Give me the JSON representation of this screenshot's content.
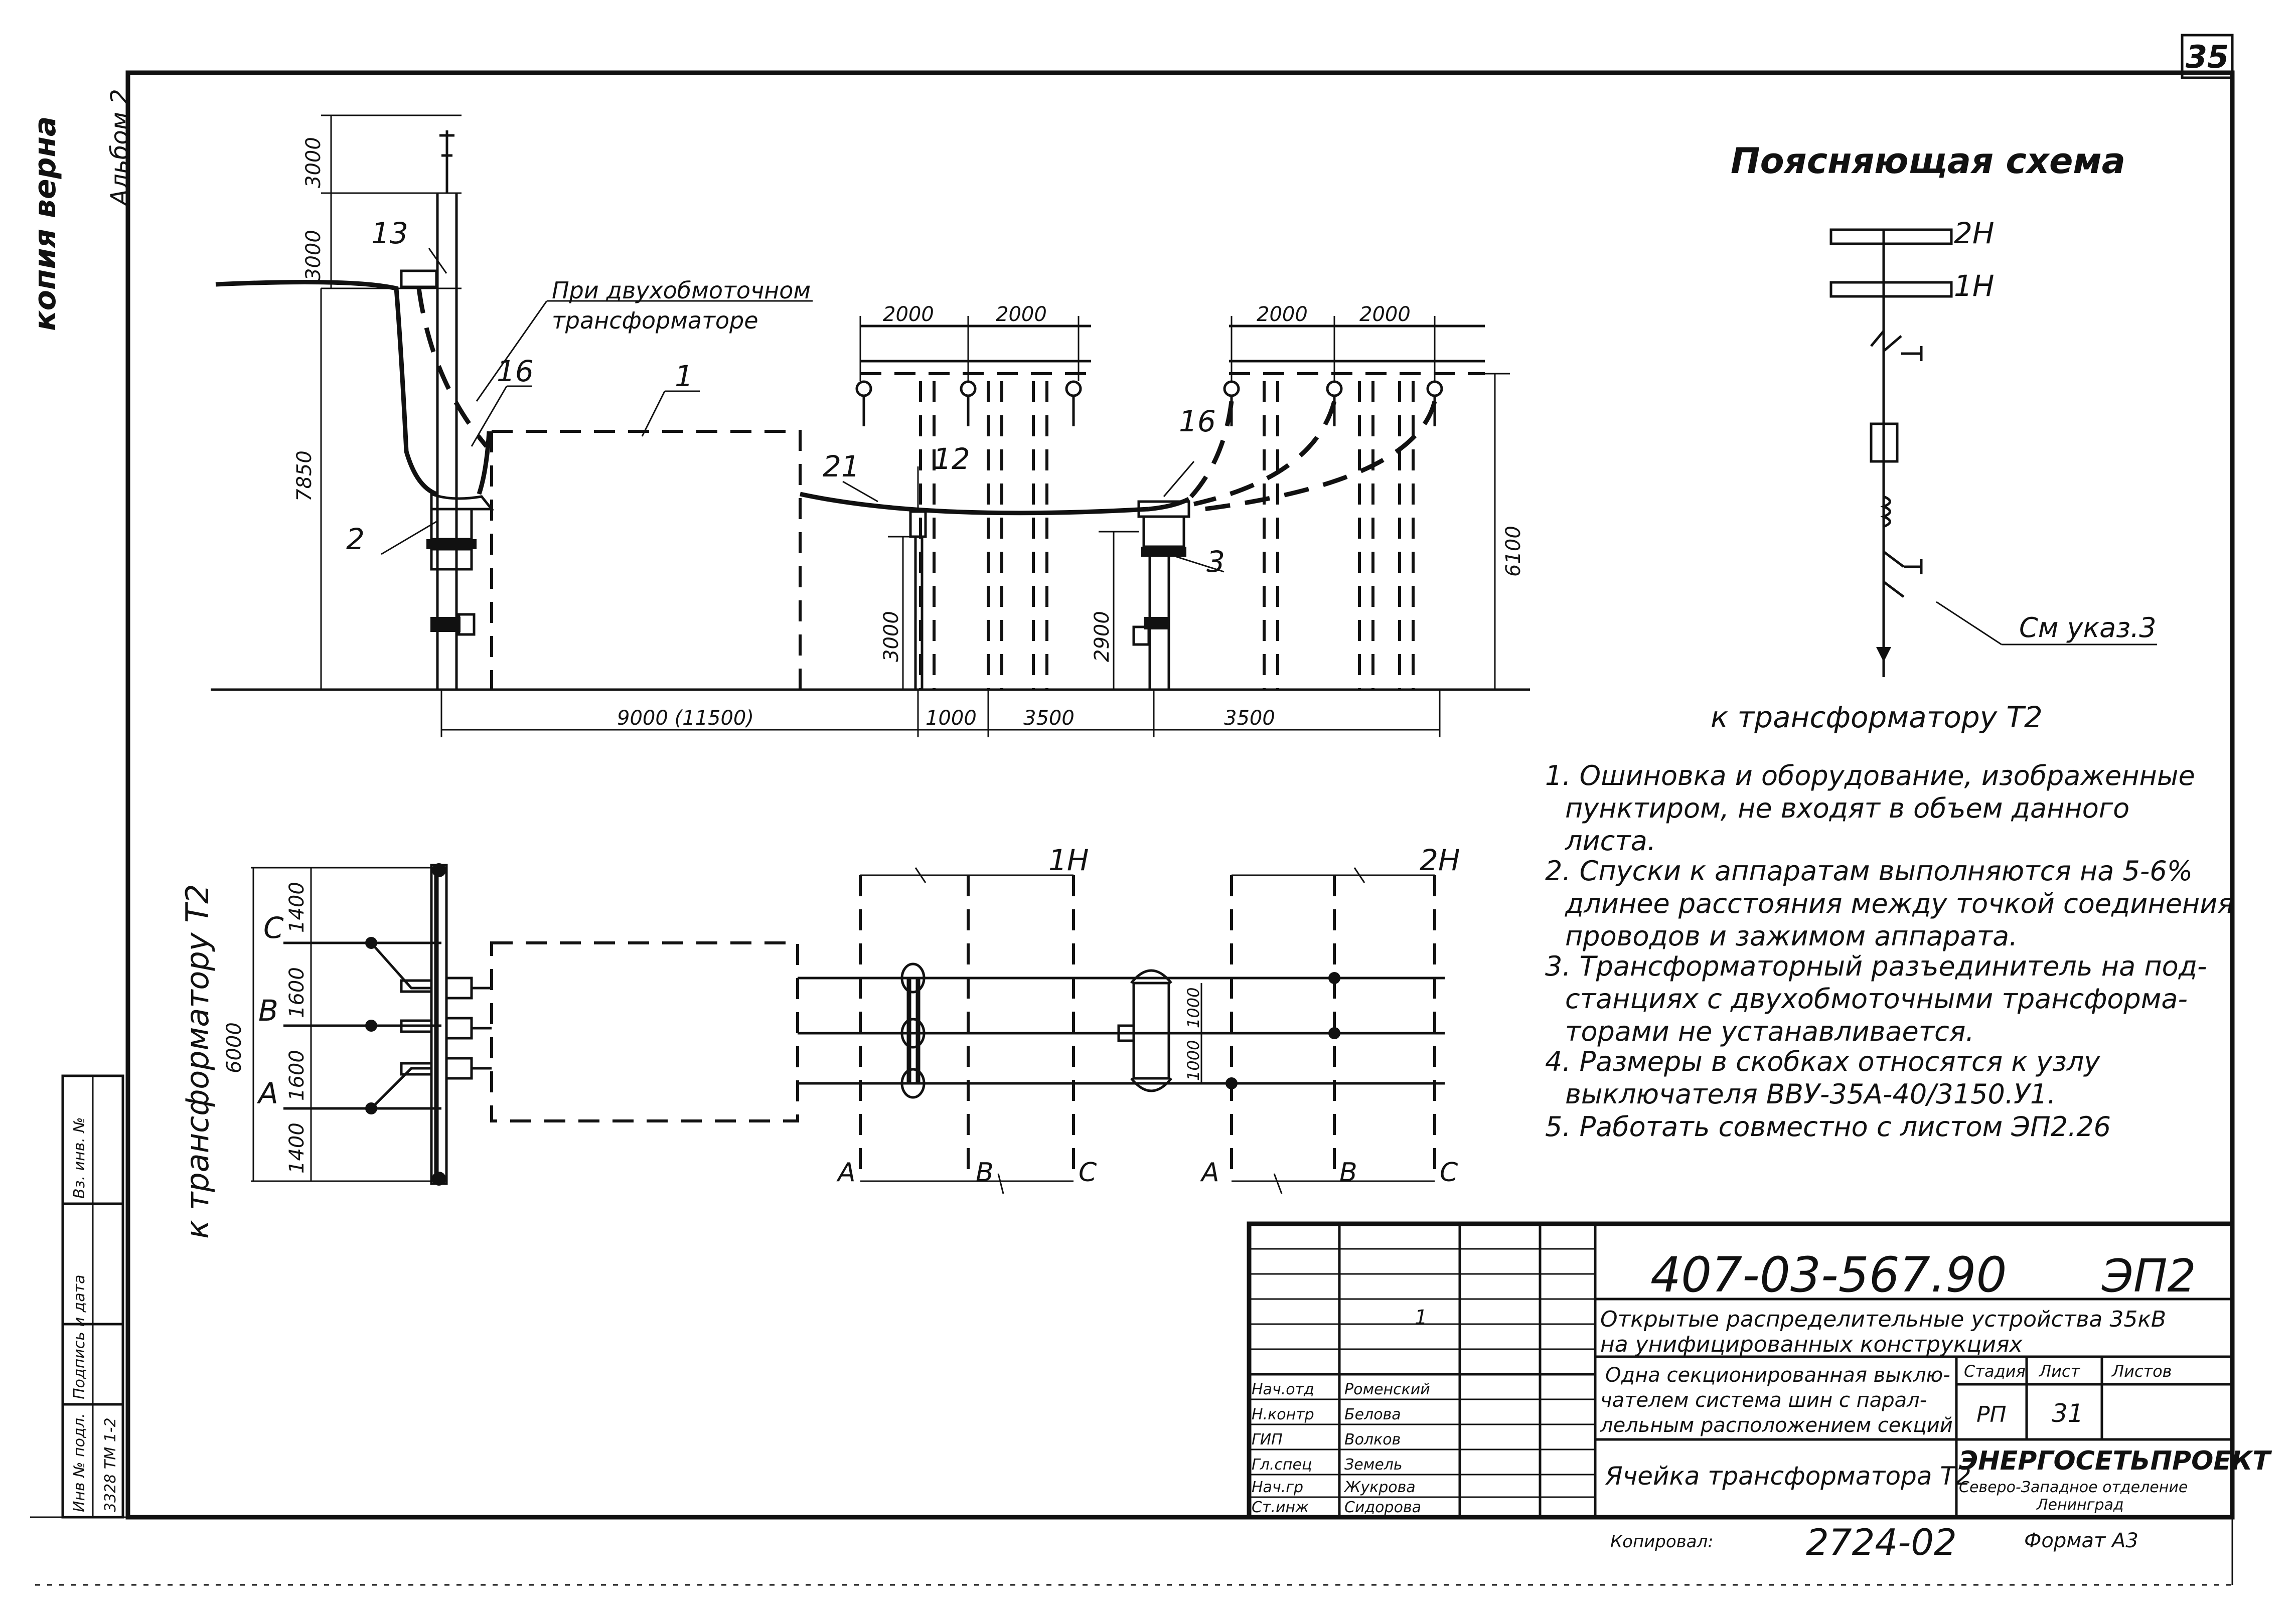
{
  "sheet": {
    "page_number": "35",
    "stamp_left": "копия верна",
    "album": "Альбом 2",
    "format": "Формат А3",
    "copied_by": "Копировал:",
    "inventory_number": "2724-02"
  },
  "side_columns": {
    "inv_original": "Инв № подл.",
    "sign_date": "Подпись и дата",
    "inv_replace": "Вз. инв. №",
    "inv_value": "3328 TM 1-2"
  },
  "elevation": {
    "dims": {
      "top_3000a": "3000",
      "top_3000b": "3000",
      "h7850": "7850",
      "h6100": "6100",
      "h3000": "3000",
      "h2900": "2900",
      "w2000a": "2000",
      "w2000b": "2000",
      "w2000c": "2000",
      "w2000d": "2000",
      "w9000": "9000 (11500)",
      "w1000": "1000",
      "w3500a": "3500",
      "w3500b": "3500"
    },
    "labels": {
      "n13": "13",
      "n16a": "16",
      "n1": "1",
      "n21": "21",
      "n12": "12",
      "n16b": "16",
      "n2": "2",
      "n3": "3"
    },
    "two_winding_note_line1": "При двухобмоточном",
    "two_winding_note_line2": "трансформаторе"
  },
  "plan": {
    "side_label": "к трансформатору Т2",
    "dims": {
      "d6000": "6000",
      "d1400a": "1400",
      "d1600a": "1600",
      "d1600b": "1600",
      "d1400b": "1400",
      "d1000a": "1000",
      "d1000b": "1000"
    },
    "phases": {
      "c": "С",
      "b": "В",
      "a": "А"
    },
    "bus_1h": "1Н",
    "bus_2h": "2Н",
    "row_labels_1": [
      "А",
      "В",
      "С"
    ],
    "row_labels_2": [
      "А",
      "В",
      "С"
    ]
  },
  "scheme": {
    "title": "Поясняющая схема",
    "bus_2h": "2Н",
    "bus_1h": "1Н",
    "see_note": "См указ.3",
    "to_transformer": "к трансформатору Т2"
  },
  "notes": [
    {
      "line1": "1. Ошиновка и оборудование, изображенные",
      "line2": "пунктиром, не входят в объем данного",
      "line3": "листа."
    },
    {
      "line1": "2. Спуски к аппаратам выполняются на 5-6%",
      "line2": "длинее расстояния между точкой соединения",
      "line3": "проводов и зажимом аппарата."
    },
    {
      "line1": "3. Трансформаторный разъединитель на под-",
      "line2": "станциях с двухобмоточными трансформа-",
      "line3": "торами не устанавливается."
    },
    {
      "line1": "4. Размеры в скобках относятся к узлу",
      "line2": "выключателя ВВУ-35А-40/3150.У1.",
      "line3": ""
    },
    {
      "line1": "5. Работать совместно с листом ЭП2.26",
      "line2": "",
      "line3": ""
    }
  ],
  "title_block": {
    "doc_code": "407-03-567.90",
    "sheet_code": "ЭП2",
    "project_line1": "Открытые распределительные устройства 35кВ",
    "project_line2": "на унифицированных конструкциях",
    "desc_line1": "Одна секционированная выклю-",
    "desc_line2": "чателем система шин с парал-",
    "desc_line3": "лельным расположением секций",
    "sheet_title": "Ячейка трансформатора Т2",
    "stage_label": "Стадия",
    "sheet_label": "Лист",
    "sheets_label": "Листов",
    "stage": "РП",
    "sheet_no": "31",
    "org_name": "ЭНЕРГОСЕТЬПРОЕКТ",
    "org_branch": "Северо-Западное отделение",
    "org_city": "Ленинград",
    "one_mark": "1",
    "roles": [
      "Нач.отд",
      "Н.контр",
      "ГИП",
      "Гл.спец",
      "Нач.гр",
      "Ст.инж"
    ],
    "names": [
      "Роменский",
      "Белова",
      "Волков",
      "Земель",
      "Жукрова",
      "Сидорова"
    ]
  }
}
